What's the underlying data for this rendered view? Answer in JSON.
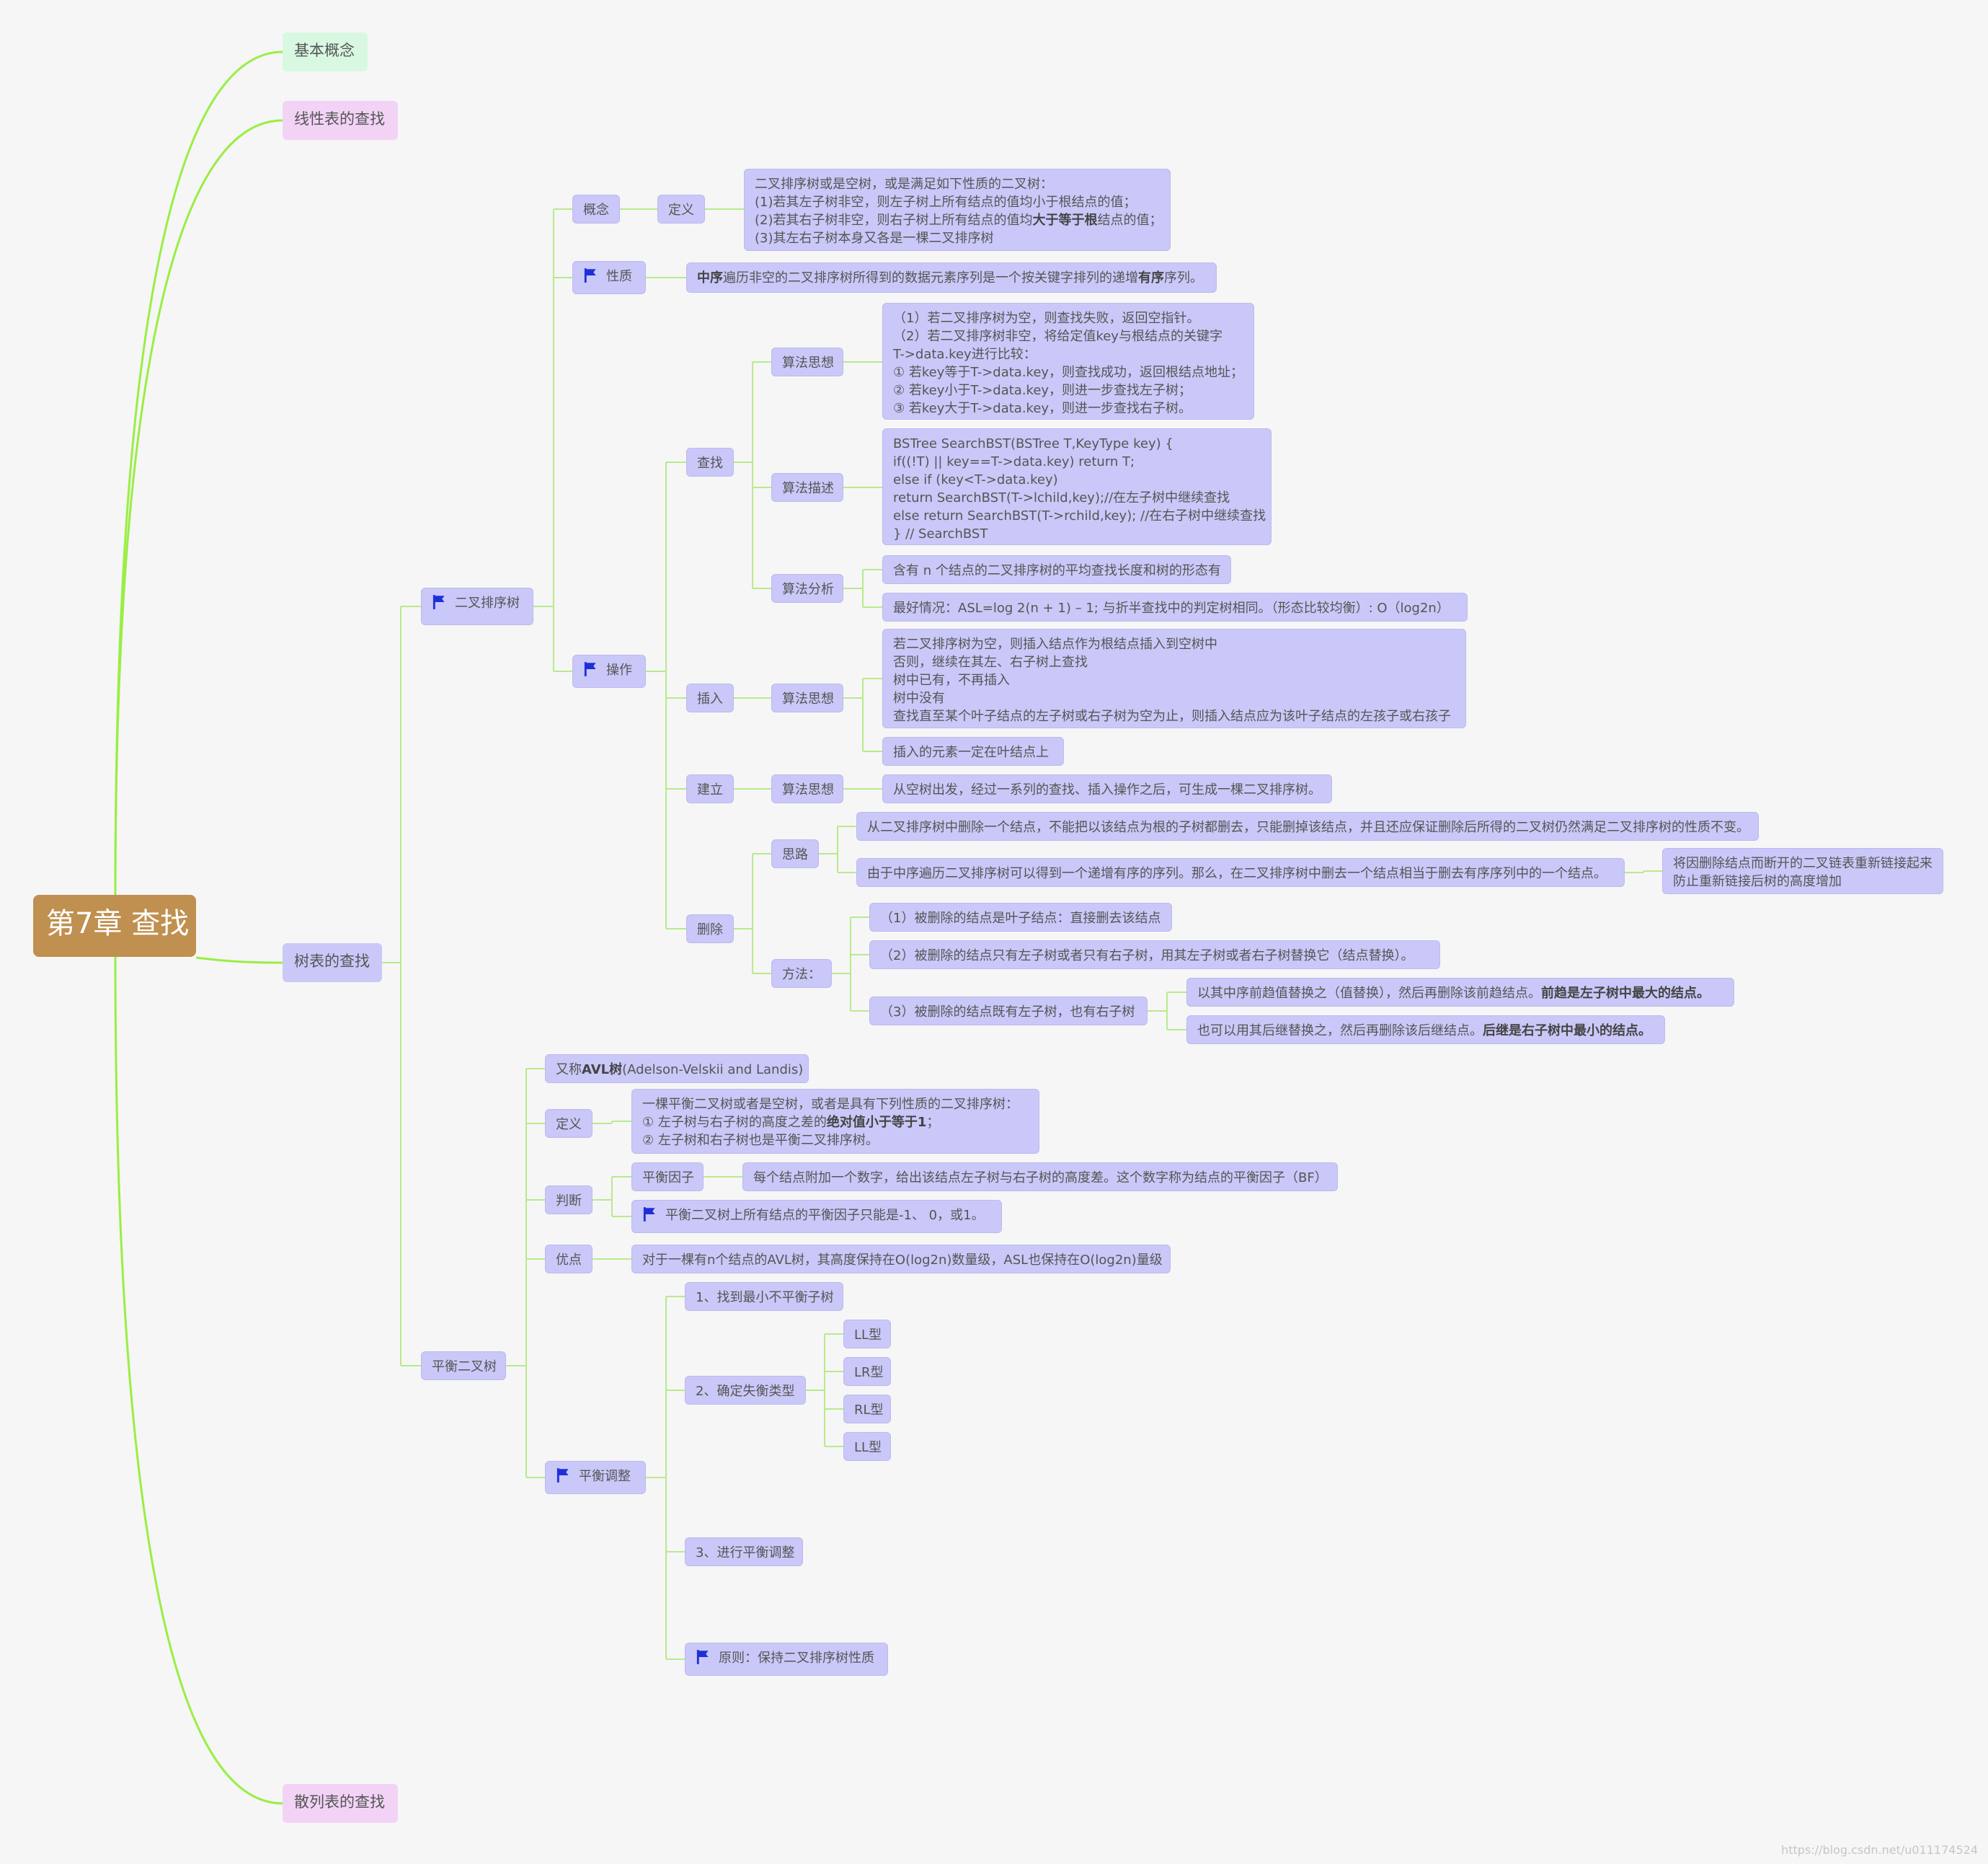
{
  "root": "第7章 查找",
  "level1": {
    "basic": "基本概念",
    "linear": "线性表的查找",
    "tree": "树表的查找",
    "hash": "散列表的查找"
  },
  "bst": {
    "title": "二叉排序树",
    "concept": "概念",
    "definition": "定义",
    "definition_text": [
      "二叉排序树或是空树，或是满足如下性质的二叉树：",
      "(1)若其左子树非空，则左子树上所有结点的值均小于根结点的值；",
      [
        "(2)若其右子树非空，则右子树上所有结点的值均",
        "大于等于根",
        "结点的值；"
      ],
      "(3)其左右子树本身又各是一棵二叉排序树"
    ],
    "property": "性质",
    "property_text": [
      "中序",
      "遍历非空的二叉排序树所得到的数据元素序列是一个按关键字排列的递增",
      "有序",
      "序列。"
    ],
    "operation": "操作",
    "search": "查找",
    "algo_idea": "算法思想",
    "search_idea_text": [
      "（1）若二叉排序树为空，则查找失败，返回空指针。",
      "（2）若二叉排序树非空，将给定值key与根结点的关键字",
      "T->data.key进行比较：",
      "① 若key等于T->data.key，则查找成功，返回根结点地址；",
      "② 若key小于T->data.key，则进一步查找左子树；",
      "③ 若key大于T->data.key，则进一步查找右子树。"
    ],
    "algo_desc": "算法描述",
    "search_code": [
      "BSTree SearchBST(BSTree T,KeyType key) {",
      "if((!T) || key==T->data.key) return T;",
      "else if (key<T->data.key)",
      "return SearchBST(T->lchild,key);//在左子树中继续查找",
      "else return SearchBST(T->rchild,key); //在右子树中继续查找",
      "} // SearchBST"
    ],
    "algo_analysis": "算法分析",
    "analysis_1": "含有 n 个结点的二叉排序树的平均查找长度和树的形态有",
    "analysis_2": "最好情况：ASL=log 2(n + 1) – 1; 与折半查找中的判定树相同。（形态比较均衡）: O（log2n）",
    "insert": "插入",
    "insert_idea": "算法思想",
    "insert_text": [
      "若二叉排序树为空，则插入结点作为根结点插入到空树中",
      "否则，继续在其左、右子树上查找",
      "树中已有，不再插入",
      "树中没有",
      "查找直至某个叶子结点的左子树或右子树为空为止，则插入结点应为该叶子结点的左孩子或右孩子"
    ],
    "insert_leaf": "插入的元素一定在叶结点上",
    "build": "建立",
    "build_idea": "算法思想",
    "build_text": "从空树出发，经过一系列的查找、插入操作之后，可生成一棵二叉排序树。",
    "delete": "删除",
    "thought": "思路",
    "thought_1": "从二叉排序树中删除一个结点，不能把以该结点为根的子树都删去，只能删掉该结点，并且还应保证删除后所得的二叉树仍然满足二叉排序树的性质不变。",
    "thought_2": "由于中序遍历二叉排序树可以得到一个递增有序的序列。那么，在二叉排序树中删去一个结点相当于删去有序序列中的一个结点。",
    "thought_2_note": [
      "将因删除结点而断开的二叉链表重新链接起来",
      "防止重新链接后树的高度增加"
    ],
    "method": "方法：",
    "method_1": "（1）被删除的结点是叶子结点：直接删去该结点",
    "method_2": "（2）被删除的结点只有左子树或者只有右子树，用其左子树或者右子树替换它（结点替换）。",
    "method_3": "（3）被删除的结点既有左子树，也有右子树",
    "method_3a": [
      "以其中序前趋值替换之（值替换），然后再删除该前趋结点。",
      "前趋是左子树中最大的结点。"
    ],
    "method_3b": [
      "也可以用其后继替换之，然后再删除该后继结点。",
      "后继是右子树中最小的结点。"
    ]
  },
  "avl": {
    "title": "平衡二叉树",
    "aka": [
      "又称",
      "AVL树",
      "(Adelson-Velskii and Landis)"
    ],
    "definition": "定义",
    "definition_text": [
      [
        "    一棵平衡二叉树或者是空树，或者是具有下列性质的二叉排序树："
      ],
      [
        "① 左子树与右子树的高度之差的",
        "绝对值小于等于1",
        "；"
      ],
      [
        "② 左子树和右子树也是平衡二叉排序树。"
      ]
    ],
    "judge": "判断",
    "balance_factor": "平衡因子",
    "balance_factor_text": "每个结点附加一个数字，给出该结点左子树与右子树的高度差。这个数字称为结点的平衡因子（BF）",
    "balance_values": "平衡二叉树上所有结点的平衡因子只能是-1、 0，或1。",
    "advantage": "优点",
    "advantage_text": "对于一棵有n个结点的AVL树，其高度保持在O(log2n)数量级，ASL也保持在O(log2n)量级",
    "adjust": "平衡调整",
    "step1": "1、找到最小不平衡子树",
    "step2": "2、确定失衡类型",
    "types": [
      "LL型",
      "LR型",
      "RL型",
      "LL型"
    ],
    "step3": "3、进行平衡调整",
    "principle": "原则：保持二叉排序树性质"
  },
  "colors": {
    "root": "#c09050",
    "branch_line": "#99ee44",
    "sub_line": "#b8ea8c",
    "node_fill": "#cac8f8",
    "flag": "#1f2fd8",
    "basic_fill": "#d8f8e2",
    "pink_fill": "#f2d3f6"
  },
  "icons": {
    "flag": "flag-icon"
  },
  "watermark": "https://blog.csdn.net/u011174524"
}
